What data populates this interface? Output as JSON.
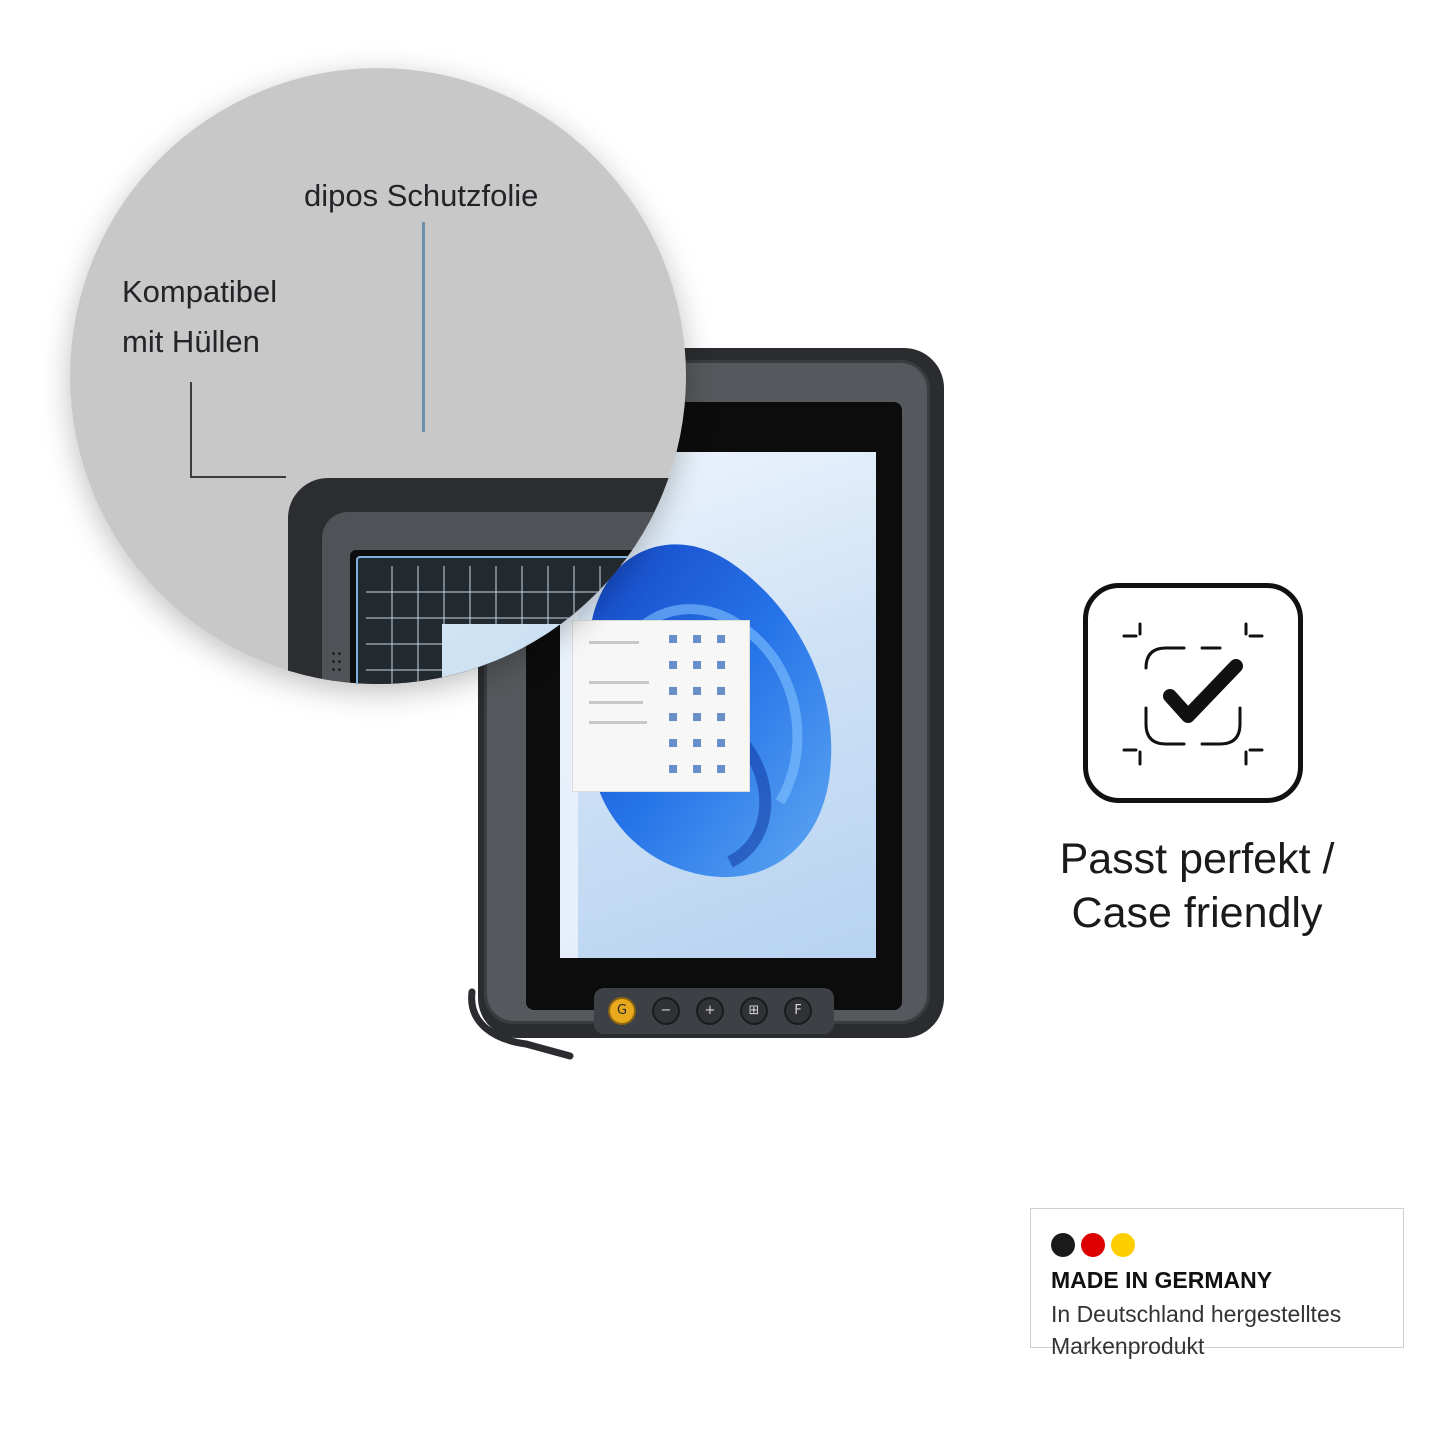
{
  "callouts": {
    "film_label": "dipos Schutzfolie",
    "case_label_line1": "Kompatibel",
    "case_label_line2": "mit Hüllen"
  },
  "feature": {
    "icon": "check-in-frame-icon",
    "label_line1": "Passt perfekt /",
    "label_line2": "Case friendly"
  },
  "badge": {
    "title": "MADE IN GERMANY",
    "subtitle_line1": "In Deutschland hergestelltes",
    "subtitle_line2": "Markenprodukt",
    "flag_colors": [
      "#1a1a1a",
      "#dd0000",
      "#ffce00"
    ]
  },
  "tablet": {
    "buttons": [
      {
        "icon": "power-icon",
        "glyph": "G"
      },
      {
        "icon": "minus-icon",
        "glyph": "−"
      },
      {
        "icon": "plus-icon",
        "glyph": "+"
      },
      {
        "icon": "windows-icon",
        "glyph": "⊞"
      },
      {
        "icon": "function-icon",
        "glyph": "F"
      }
    ]
  }
}
